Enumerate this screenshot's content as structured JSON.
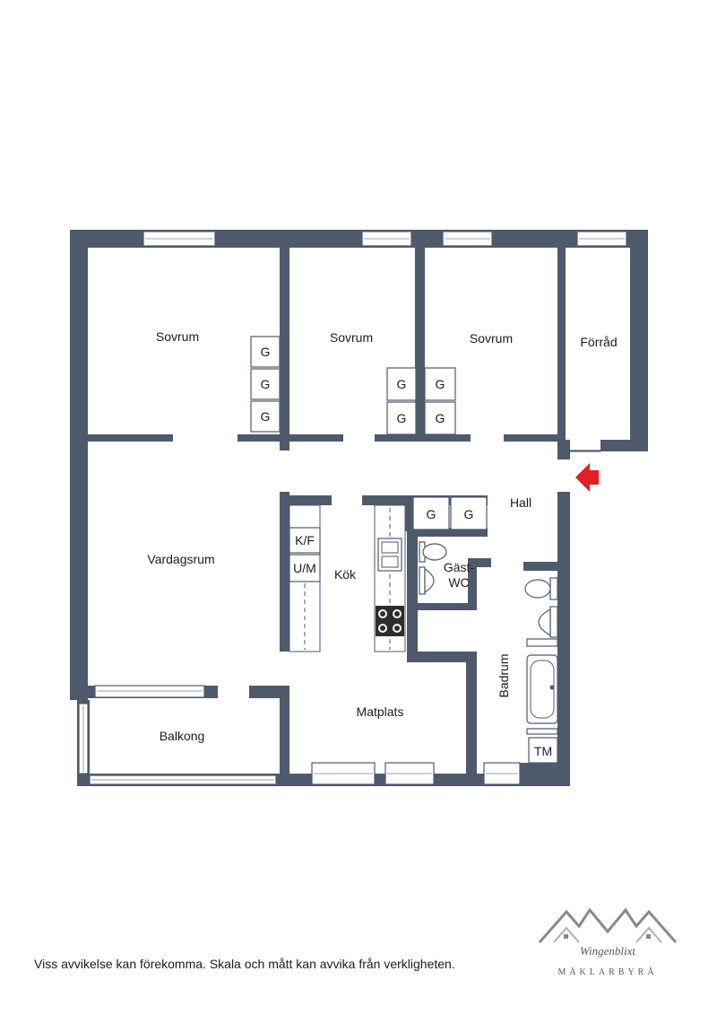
{
  "rooms": {
    "sovrum_1": "Sovrum",
    "sovrum_2": "Sovrum",
    "sovrum_3": "Sovrum",
    "forrad": "Förråd",
    "hall": "Hall",
    "vardagsrum": "Vardagsrum",
    "kok": "Kök",
    "gast_wc_line1": "Gäst-",
    "gast_wc_line2": "WC",
    "badrum": "Badrum",
    "matplats": "Matplats",
    "balkong": "Balkong"
  },
  "fixtures": {
    "wardrobe": "G",
    "fridge_freezer": "K/F",
    "microwave": "U/M",
    "washer": "TM"
  },
  "footer": {
    "disclaimer": "Viss avvikelse kan förekomma. Skala och mått kan avvika från verkligheten."
  },
  "logo": {
    "name": "Wingenblixt",
    "subtitle": "MÄKLARBYRÅ"
  },
  "colors": {
    "wall": "#4e5a6b",
    "entry_arrow": "#e31e24"
  },
  "icons": {
    "entry": "entry-arrow-icon"
  }
}
